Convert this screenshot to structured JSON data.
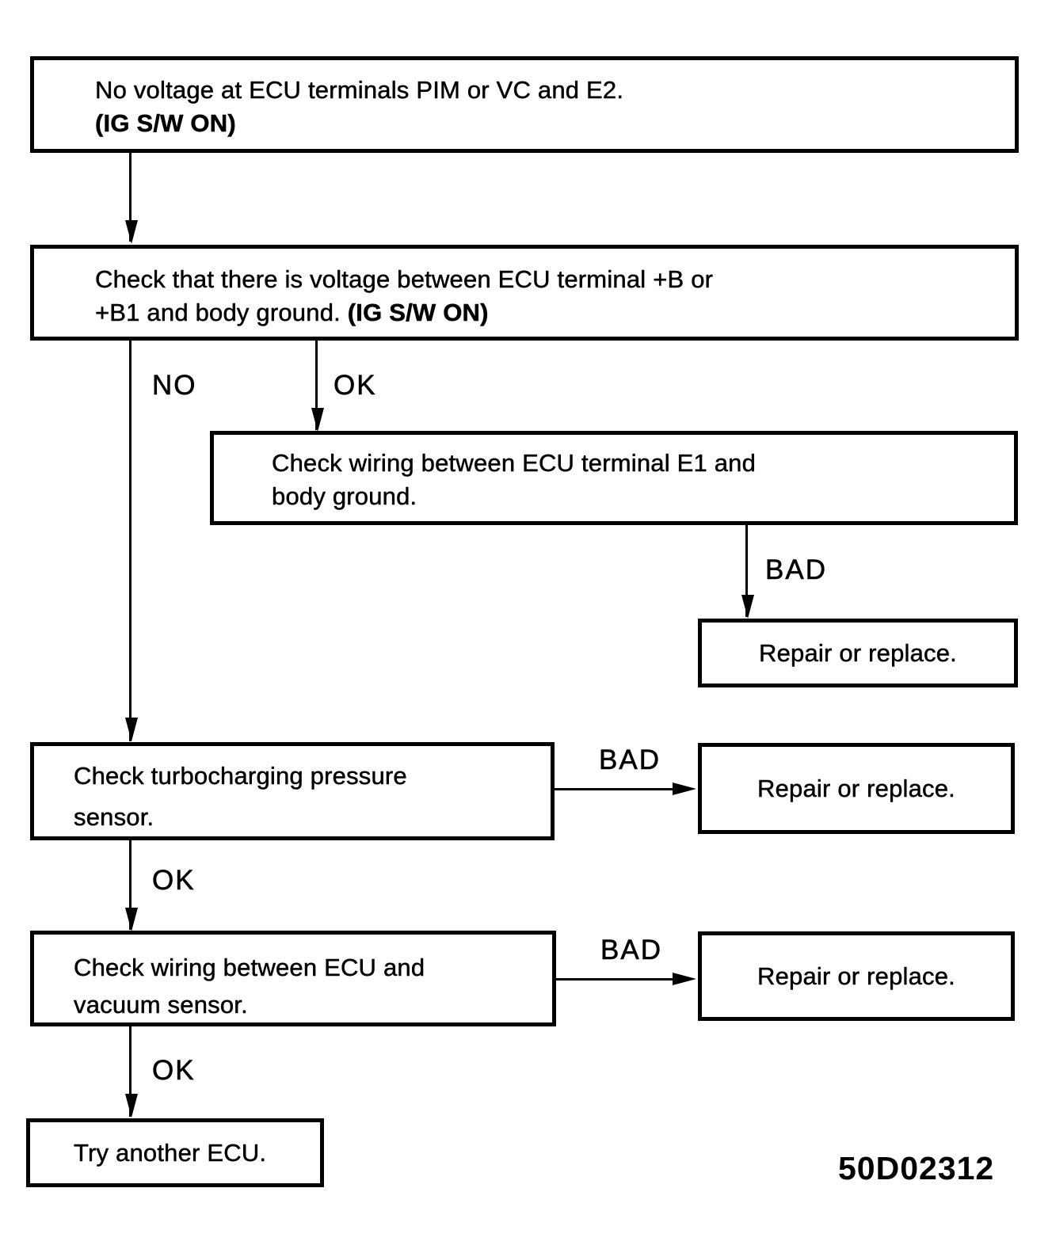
{
  "page": {
    "background_color": "#ffffff",
    "ink_color": "#000000",
    "doc_number": "50D02312"
  },
  "flowchart": {
    "nodes": {
      "start": {
        "line1": "No voltage at ECU terminals PIM or VC and E2.",
        "line2": "(IG S/W ON)"
      },
      "check_voltage": {
        "line1": "Check that there is voltage between ECU terminal +B or",
        "line2_normal": "+B1 and body ground. ",
        "line2_bold": "(IG S/W ON)"
      },
      "check_e1_wiring": {
        "line1": "Check wiring between ECU terminal E1 and",
        "line2": "body ground."
      },
      "repair1": {
        "text": "Repair or replace."
      },
      "check_turbo_sensor": {
        "line1": "Check turbocharging pressure",
        "line2": "sensor."
      },
      "repair2": {
        "text": "Repair or replace."
      },
      "check_vacuum_wiring": {
        "line1": "Check wiring between ECU and",
        "line2": "vacuum sensor."
      },
      "repair3": {
        "text": "Repair or replace."
      },
      "try_another_ecu": {
        "text": "Try another ECU."
      }
    },
    "edge_labels": {
      "no": "NO",
      "ok": "OK",
      "bad": "BAD"
    }
  }
}
